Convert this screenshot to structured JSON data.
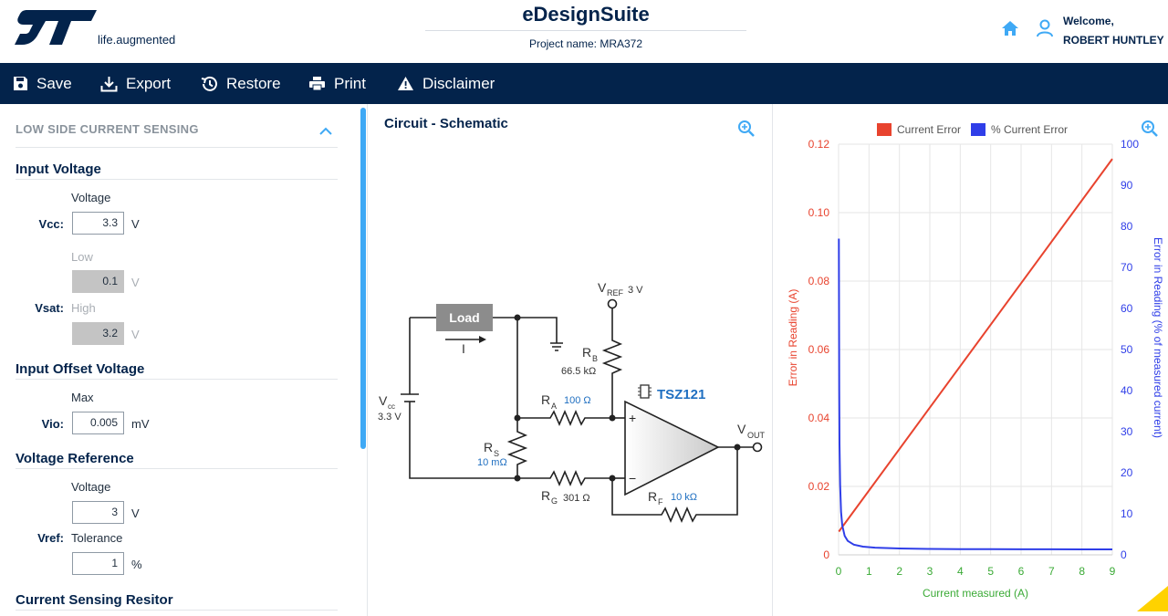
{
  "header": {
    "logo_text": "ST",
    "tagline": "life.augmented",
    "app_title": "eDesignSuite",
    "project_label": "Project name: MRA372",
    "welcome": "Welcome,",
    "user_name": "ROBERT HUNTLEY"
  },
  "toolbar": {
    "save": "Save",
    "export": "Export",
    "restore": "Restore",
    "print": "Print",
    "disclaimer": "Disclaimer"
  },
  "sidebar": {
    "section_title": "LOW SIDE CURRENT SENSING",
    "input_voltage": {
      "heading": "Input Voltage",
      "col_label": "Voltage",
      "vcc_label": "Vcc:",
      "vcc_value": "3.3",
      "vcc_unit": "V",
      "low_label": "Low",
      "low_value": "0.1",
      "low_unit": "V",
      "vsat_label": "Vsat:",
      "high_label": "High",
      "high_value": "3.2",
      "high_unit": "V"
    },
    "offset": {
      "heading": "Input Offset Voltage",
      "col_label": "Max",
      "vio_label": "Vio:",
      "vio_value": "0.005",
      "vio_unit": "mV"
    },
    "reference": {
      "heading": "Voltage Reference",
      "col_label": "Voltage",
      "value": "3",
      "unit": "V",
      "vref_label": "Vref:",
      "tol_label": "Tolerance",
      "tol_value": "1",
      "tol_unit": "%"
    },
    "sensing": {
      "heading": "Current Sensing Resitor"
    }
  },
  "schematic": {
    "title": "Circuit - Schematic",
    "load": "Load",
    "current": "I",
    "vref": "V",
    "vref_sub": "REF",
    "vref_val": "3 V",
    "rb": "R",
    "rb_sub": "B",
    "rb_val": "66.5 kΩ",
    "ra": "R",
    "ra_sub": "A",
    "ra_val": "100 Ω",
    "rs": "R",
    "rs_sub": "S",
    "rs_val": "10 mΩ",
    "rg": "R",
    "rg_sub": "G",
    "rg_val": "301 Ω",
    "rf": "R",
    "rf_sub": "F",
    "rf_val": "10 kΩ",
    "vcc": "V",
    "vcc_sub": "cc",
    "vcc_val": "3.3 V",
    "vout": "V",
    "vout_sub": "OUT",
    "opamp": "TSZ121",
    "plus": "+",
    "minus": "−"
  },
  "colors": {
    "navy": "#03234b",
    "accent": "#3fa9f5",
    "red_series": "#e8432e",
    "blue_series": "#2f3ee8",
    "blue_value": "#1f6fc1"
  },
  "chart_data": {
    "type": "line",
    "xlabel": "Current measured (A)",
    "ylabel": "Error in Reading (A)",
    "ylabel2": "Error in Reading (% of measured current)",
    "xlim": [
      0,
      9
    ],
    "ylim": [
      0,
      0.12
    ],
    "y2lim": [
      0,
      100
    ],
    "x_ticks": [
      "0",
      "1",
      "2",
      "3",
      "4",
      "5",
      "6",
      "7",
      "8",
      "9"
    ],
    "y_ticks": [
      "0",
      "0.02",
      "0.04",
      "0.06",
      "0.08",
      "0.10",
      "0.12"
    ],
    "y2_ticks": [
      "0",
      "10",
      "20",
      "30",
      "40",
      "50",
      "60",
      "70",
      "80",
      "90",
      "100"
    ],
    "grid": true,
    "legend_position": "top",
    "series": [
      {
        "name": "Current Error",
        "axis": "left",
        "color": "#e8432e",
        "x": [
          0.01,
          9.0
        ],
        "y": [
          0.0068,
          0.1157
        ]
      },
      {
        "name": "% Current Error",
        "axis": "right",
        "color": "#2f3ee8",
        "x": [
          0.01,
          0.02,
          0.03,
          0.05,
          0.08,
          0.12,
          0.2,
          0.3,
          0.5,
          0.8,
          1.2,
          2,
          3,
          4,
          5,
          6,
          7,
          8,
          9
        ],
        "y": [
          77,
          40,
          27,
          17,
          10.5,
          7.2,
          4.6,
          3.4,
          2.5,
          2.0,
          1.75,
          1.55,
          1.45,
          1.4,
          1.37,
          1.36,
          1.35,
          1.34,
          1.33
        ]
      }
    ]
  }
}
